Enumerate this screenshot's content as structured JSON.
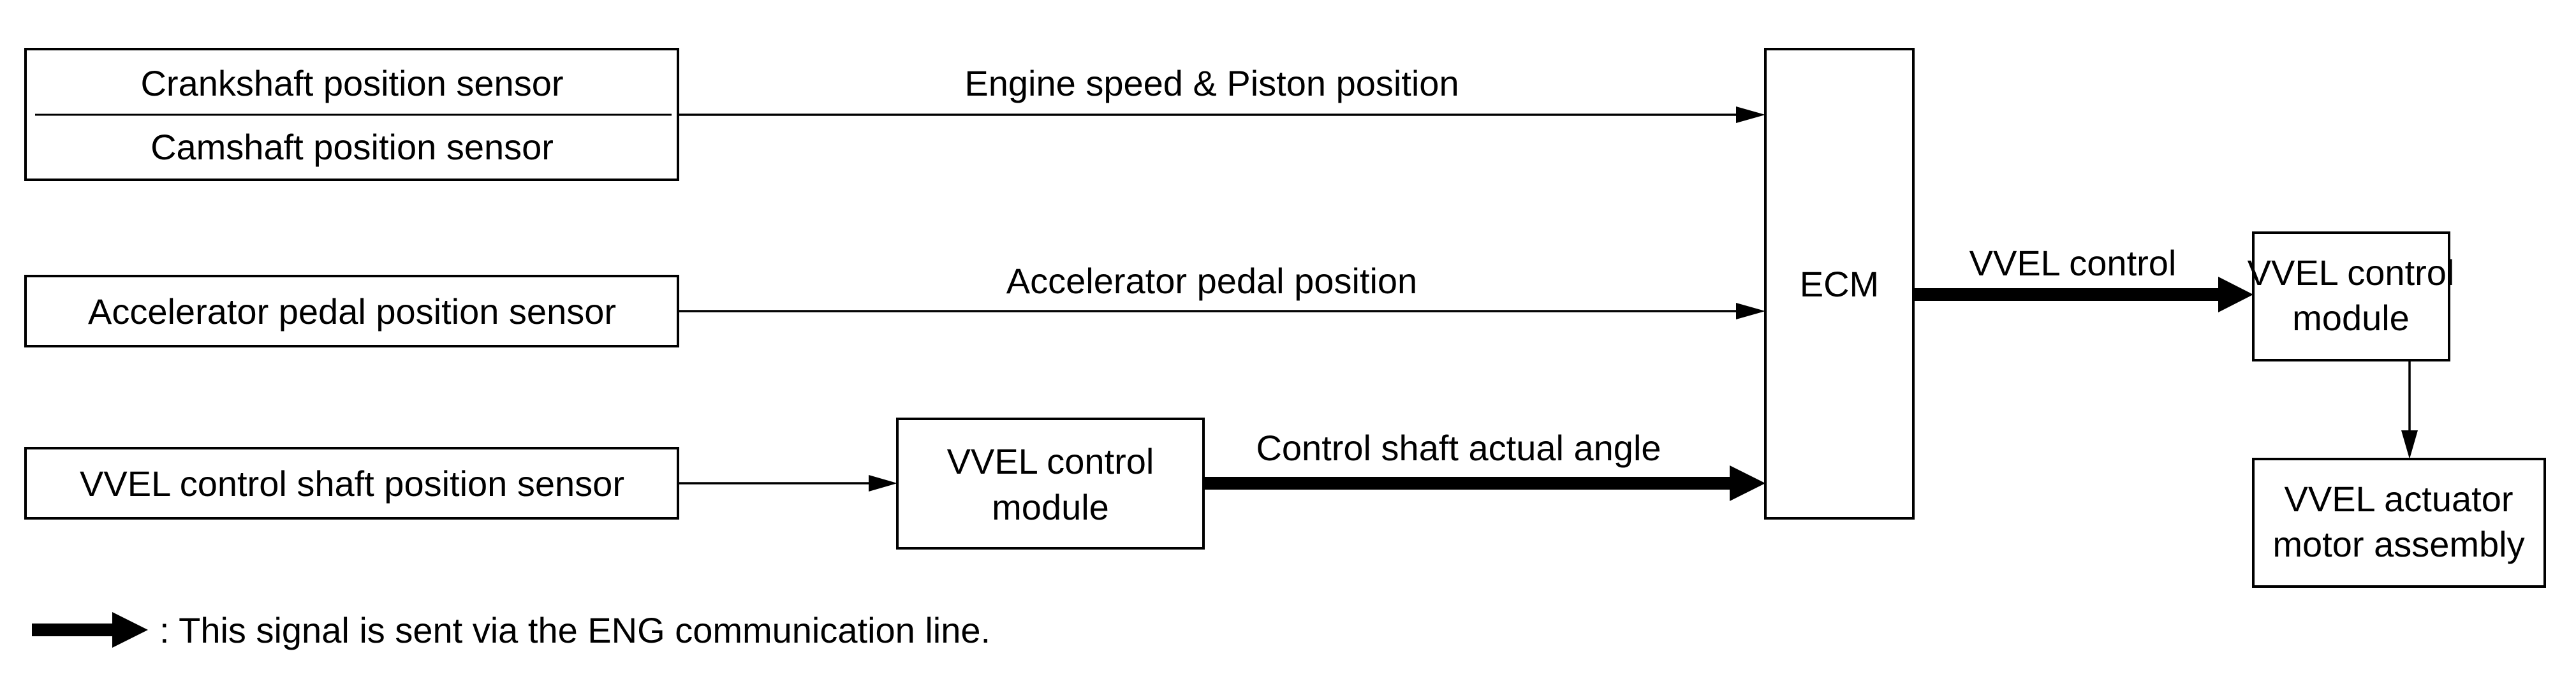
{
  "inputs": {
    "crankshaft_sensor": "Crankshaft position sensor",
    "camshaft_sensor": "Camshaft position sensor",
    "accelerator_sensor": "Accelerator pedal position sensor",
    "vvel_shaft_sensor": "VVEL control shaft position sensor"
  },
  "signals": {
    "engine_speed": "Engine speed & Piston position",
    "accelerator_position": "Accelerator pedal position",
    "control_shaft_angle": "Control shaft actual angle",
    "vvel_control": "VVEL control"
  },
  "modules": {
    "vvel_module_left": [
      "VVEL control",
      "module"
    ],
    "ecm": "ECM",
    "vvel_module_right": [
      "VVEL control",
      "module"
    ],
    "actuator": [
      "VVEL actuator",
      "motor assembly"
    ]
  },
  "legend": {
    "text": ": This signal is sent via the ENG communication line."
  }
}
